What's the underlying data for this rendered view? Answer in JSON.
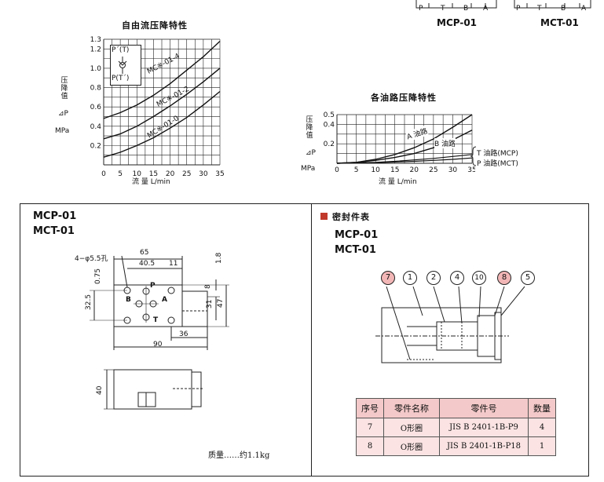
{
  "top_right": {
    "port_labels_mcp": [
      "P",
      "T",
      "B",
      "A"
    ],
    "port_labels_mct": [
      "P",
      "T",
      "B",
      "A"
    ],
    "mcp_label": "MCP-01",
    "mct_label": "MCT-01"
  },
  "chart_left": {
    "title": "自由流压降特性",
    "ylabel_chars": [
      "压",
      "降",
      "值"
    ],
    "ylabel_symbol": "⊿P",
    "ylabel_unit": "MPa",
    "xlabel": "流 量 L/min",
    "inset_top": "P´(T)",
    "inset_bottom": "P(T´)",
    "curve_labels": [
      "MC※-01-4",
      "MC※-01-2",
      "MC※-01-0"
    ]
  },
  "chart_right": {
    "title": "各油路压降特性",
    "ylabel_chars": [
      "压",
      "降",
      "值"
    ],
    "ylabel_symbol": "⊿P",
    "ylabel_unit": "MPa",
    "xlabel": "流 量 L/min",
    "curve_labels": [
      "A 油路",
      "B 油路"
    ],
    "brace_lines": [
      "T 油路(MCP)",
      "P 油路(MCT)"
    ]
  },
  "chart_data": [
    {
      "type": "line",
      "title": "自由流压降特性",
      "xlabel": "流 量 L/min",
      "ylabel": "压降值 ⊿P MPa",
      "xlim": [
        0,
        35
      ],
      "ylim": [
        0,
        1.3
      ],
      "x_ticks": [
        0,
        5,
        10,
        15,
        20,
        25,
        30,
        35
      ],
      "y_ticks": [
        0.2,
        0.4,
        0.6,
        0.8,
        1.0,
        1.2,
        1.3
      ],
      "grid": true,
      "series": [
        {
          "name": "MC※-01-4",
          "x": [
            0,
            5,
            10,
            15,
            20,
            25,
            30,
            35
          ],
          "y": [
            0.48,
            0.54,
            0.62,
            0.72,
            0.84,
            0.98,
            1.12,
            1.28
          ]
        },
        {
          "name": "MC※-01-2",
          "x": [
            0,
            5,
            10,
            15,
            20,
            25,
            30,
            35
          ],
          "y": [
            0.27,
            0.32,
            0.4,
            0.5,
            0.61,
            0.73,
            0.86,
            1.0
          ]
        },
        {
          "name": "MC※-01-0",
          "x": [
            0,
            5,
            10,
            15,
            20,
            25,
            30,
            35
          ],
          "y": [
            0.08,
            0.13,
            0.2,
            0.28,
            0.38,
            0.49,
            0.62,
            0.76
          ]
        }
      ]
    },
    {
      "type": "line",
      "title": "各油路压降特性",
      "xlabel": "流 量 L/min",
      "ylabel": "压降值 ⊿P MPa",
      "xlim": [
        0,
        35
      ],
      "ylim": [
        0,
        0.5
      ],
      "x_ticks": [
        0,
        5,
        10,
        15,
        20,
        25,
        30,
        35
      ],
      "y_ticks": [
        0.2,
        0.4,
        0.5
      ],
      "grid": true,
      "series": [
        {
          "name": "A 油路",
          "x": [
            0,
            5,
            10,
            15,
            20,
            25,
            30,
            35
          ],
          "y": [
            0.0,
            0.01,
            0.04,
            0.09,
            0.16,
            0.25,
            0.37,
            0.5
          ]
        },
        {
          "name": "B 油路",
          "x": [
            0,
            5,
            10,
            15,
            20,
            25,
            30,
            35
          ],
          "y": [
            0.0,
            0.01,
            0.03,
            0.06,
            0.1,
            0.16,
            0.24,
            0.34
          ]
        },
        {
          "name": "T 油路(MCP)",
          "x": [
            0,
            5,
            10,
            15,
            20,
            25,
            30,
            35
          ],
          "y": [
            0.0,
            0.005,
            0.01,
            0.02,
            0.035,
            0.05,
            0.07,
            0.09
          ]
        },
        {
          "name": "P 油路(MCT)",
          "x": [
            0,
            5,
            10,
            15,
            20,
            25,
            30,
            35
          ],
          "y": [
            0.0,
            0.003,
            0.007,
            0.013,
            0.02,
            0.03,
            0.04,
            0.055
          ]
        }
      ]
    }
  ],
  "dims_panel": {
    "model_1": "MCP-01",
    "model_2": "MCT-01",
    "hole_label": "4−φ5.5孔",
    "dims": {
      "d65": "65",
      "d40_5": "40.5",
      "d11": "11",
      "d1_8": "1.8",
      "d0_75": "0.75",
      "d8": "8",
      "d32_5": "32.5",
      "d31": "31",
      "d47": "47",
      "d36": "36",
      "d90": "90",
      "d40": "40"
    },
    "ports": {
      "p": "P",
      "b": "B",
      "a": "A",
      "t": "T"
    },
    "weight": "质量……约1.1kg"
  },
  "seal_panel": {
    "title": "密封件表",
    "model_1": "MCP-01",
    "model_2": "MCT-01",
    "callouts": [
      "7",
      "1",
      "2",
      "4",
      "10",
      "8",
      "5"
    ],
    "headers": [
      "序号",
      "零件名称",
      "零件号",
      "数量"
    ],
    "rows": [
      [
        "7",
        "O形圈",
        "JIS B 2401-1B-P9",
        "4"
      ],
      [
        "8",
        "O形圈",
        "JIS B 2401-1B-P18",
        "1"
      ]
    ],
    "colors": {
      "accent": "#c0392b",
      "header_bg": "#f4c9c9",
      "cell_bg": "#fbe3e3",
      "callout_highlight": "#f2b6b6"
    }
  }
}
